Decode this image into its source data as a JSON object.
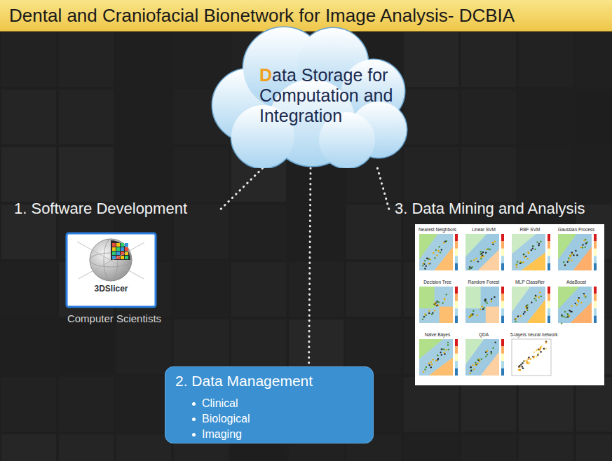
{
  "diagram": {
    "title": "Dental and Craniofacial Bionetwork for Image Analysis- DCBIA",
    "nodes": [
      {
        "text": [
          "Data Storage for Computation and Integration"
        ]
      },
      {
        "text": [
          "1. Software Development",
          "Computer Scientists"
        ]
      },
      {
        "text": [
          "2. Data Management",
          "Clinical",
          "Biological",
          "Imaging"
        ]
      },
      {
        "text": [
          "3. Data Mining and Analysis"
        ]
      }
    ],
    "edges": [
      {
        "from": 0,
        "to": 1,
        "arrow": "none"
      },
      {
        "from": 0,
        "to": 2,
        "arrow": "none"
      },
      {
        "from": 0,
        "to": 3,
        "arrow": "none"
      }
    ],
    "labels": [
      "3DSlicer",
      "Nearest Neighbors",
      "Linear SVM",
      "RBF SVM",
      "Gaussian Process",
      "Decision Tree",
      "Random Forest",
      "MLP Classifier",
      "AdaBoost",
      "Naive Bayes",
      "QDA",
      "5-layers neural network"
    ]
  }
}
